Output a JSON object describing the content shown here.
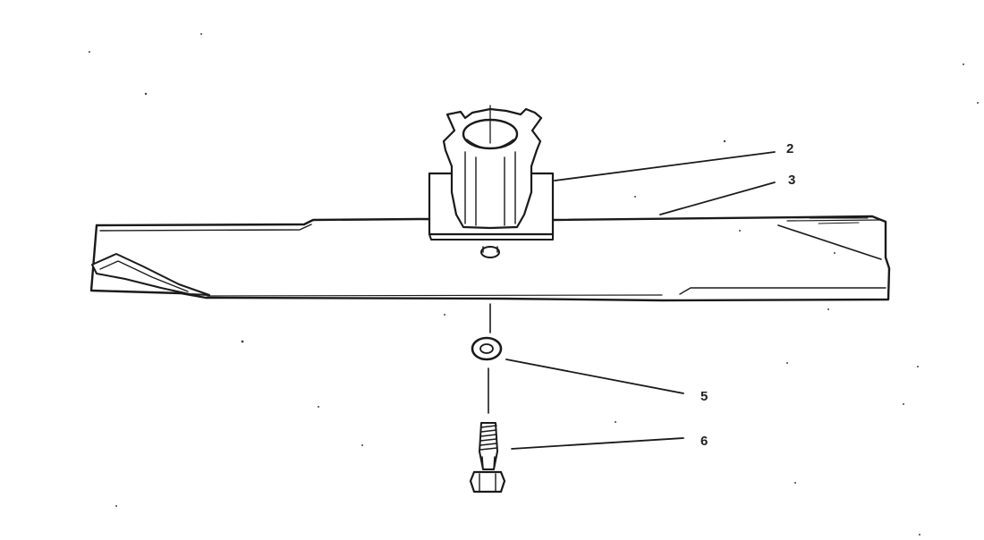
{
  "diagram": {
    "callouts": [
      {
        "id": "hub",
        "label": "2"
      },
      {
        "id": "blade",
        "label": "3"
      },
      {
        "id": "washer",
        "label": "5"
      },
      {
        "id": "bolt",
        "label": "6"
      }
    ]
  }
}
